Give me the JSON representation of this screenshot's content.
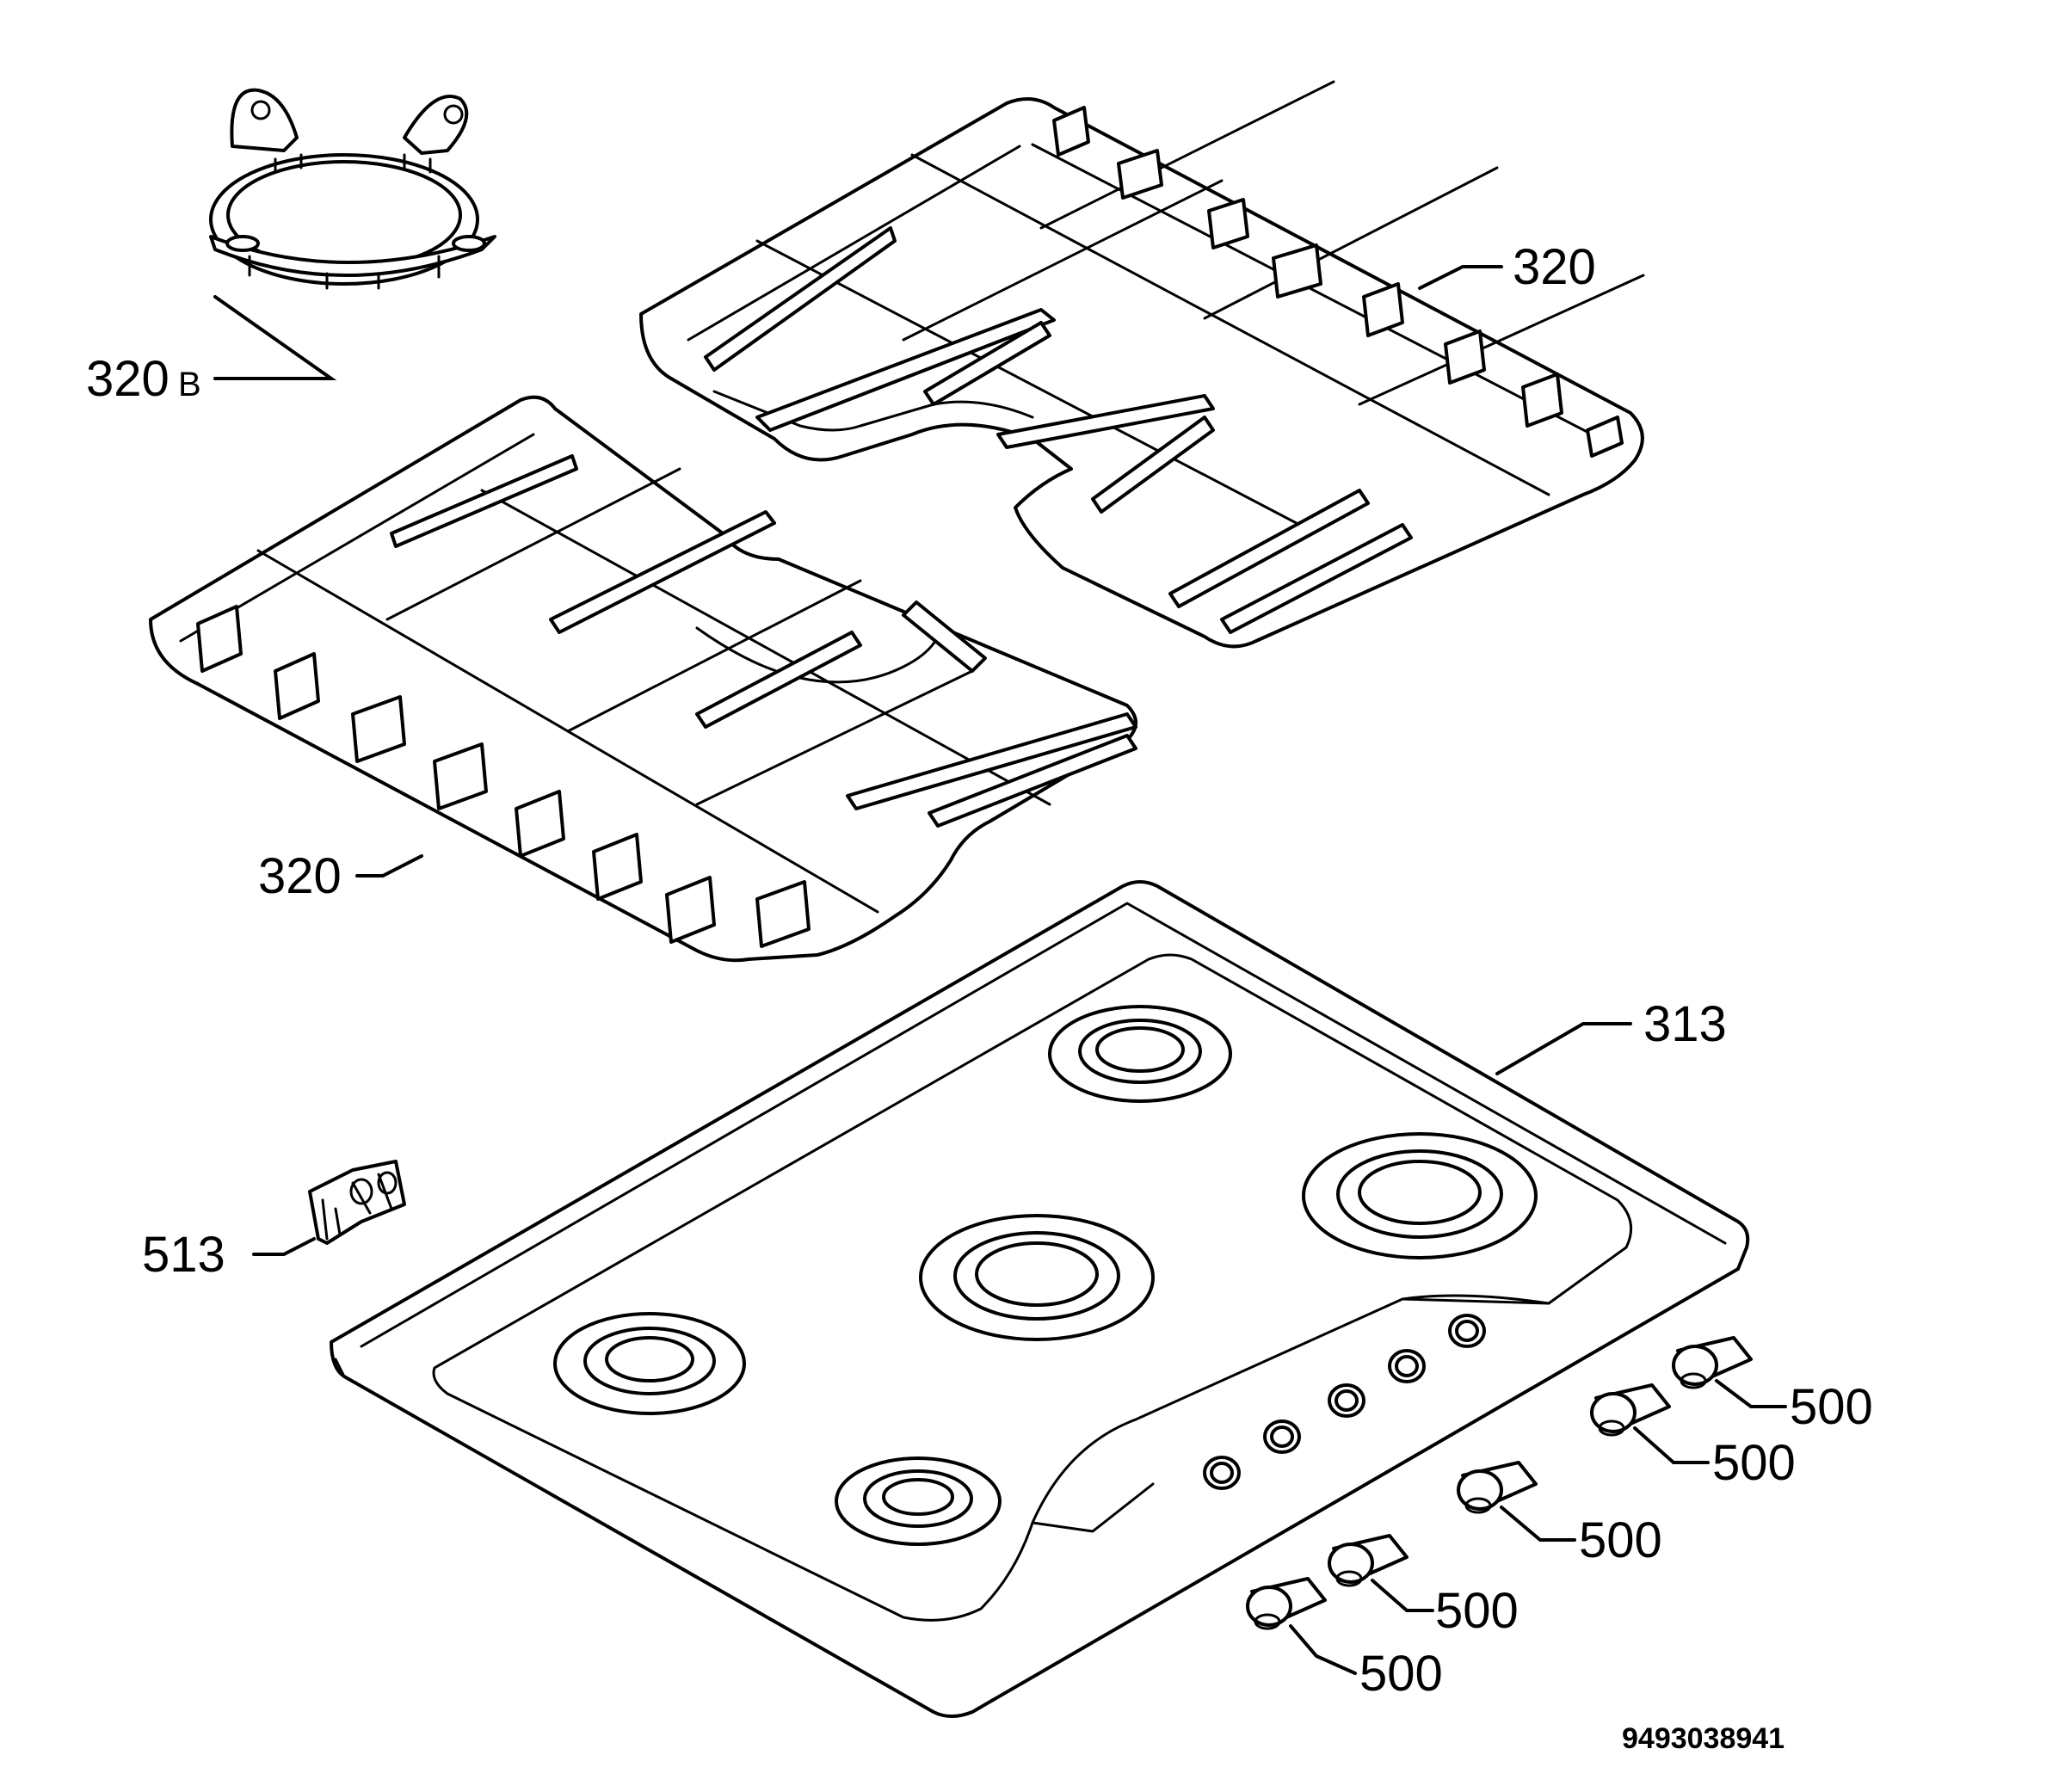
{
  "diagram": {
    "labels": {
      "wok_ring": {
        "number": "320",
        "suffix": "B"
      },
      "grid_right": "320",
      "grid_left": "320",
      "hob_top": "313",
      "clip": "513",
      "knob_1": "500",
      "knob_2": "500",
      "knob_3": "500",
      "knob_4": "500",
      "knob_5": "500"
    },
    "document_id": "9493038941"
  }
}
